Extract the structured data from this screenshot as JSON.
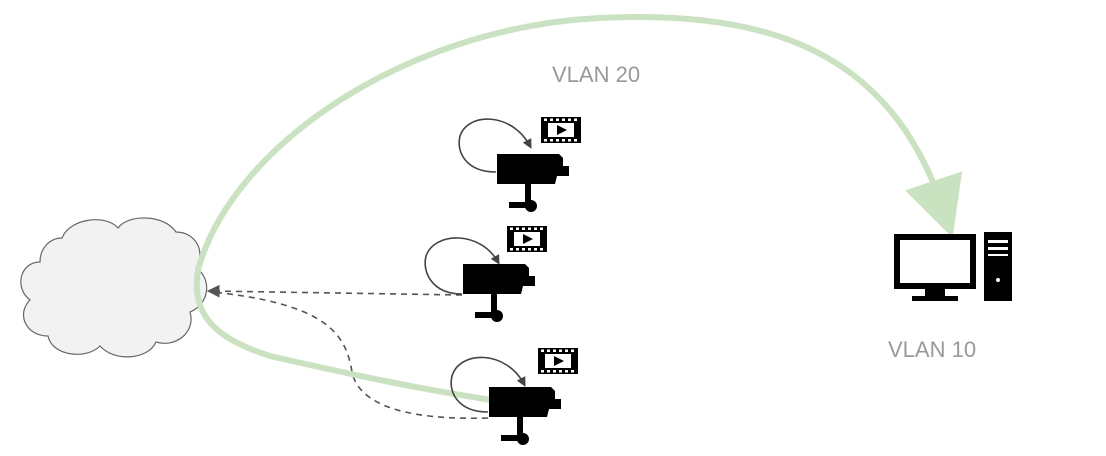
{
  "labels": {
    "vlan_top": "VLAN 20",
    "vlan_right": "VLAN 10"
  },
  "nodes": {
    "cloud": {
      "name": "network-cloud",
      "icon": "cloud-icon"
    },
    "cameras": [
      {
        "icon": "security-camera-icon",
        "badge_icon": "video-clip-icon",
        "loop_icon": "loop-arrow-icon"
      },
      {
        "icon": "security-camera-icon",
        "badge_icon": "video-clip-icon",
        "loop_icon": "loop-arrow-icon"
      },
      {
        "icon": "security-camera-icon",
        "badge_icon": "video-clip-icon",
        "loop_icon": "loop-arrow-icon"
      }
    ],
    "workstation": {
      "icon": "desktop-computer-icon"
    }
  },
  "colors": {
    "highlight_path": "#c9e3c0",
    "dashed_arrows": "#555555",
    "cloud_fill": "#f2f2f2",
    "cloud_stroke": "#666666",
    "label_text": "#999999",
    "icon": "#000000"
  }
}
